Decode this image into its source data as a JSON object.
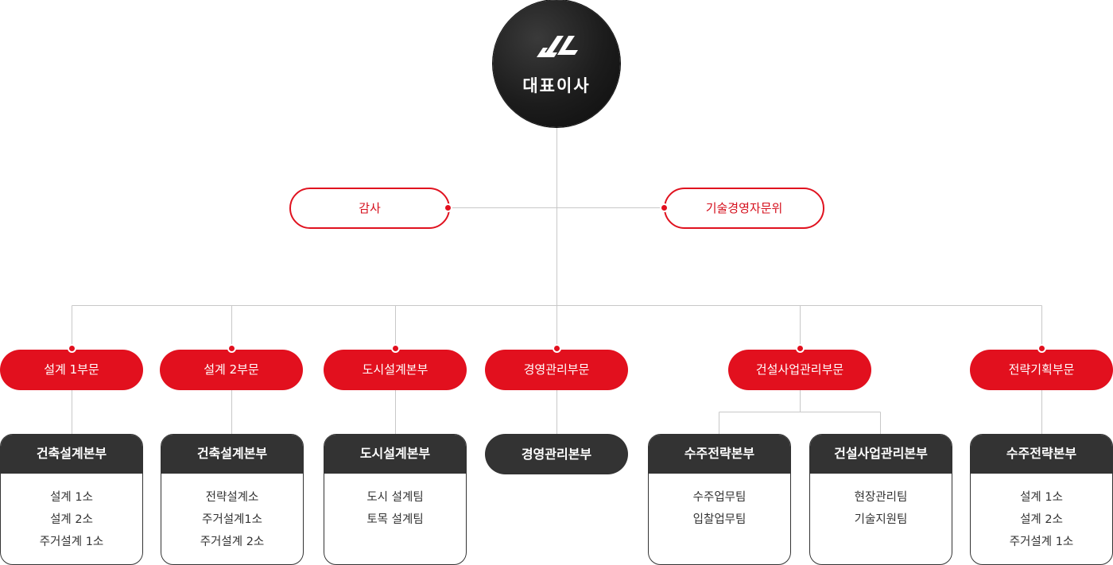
{
  "ceo": {
    "title": "대표이사",
    "logo_icon": "company-logo-icon"
  },
  "colors": {
    "accent": "#e2101e",
    "dark": "#333333",
    "line": "#c8c8c8"
  },
  "advisors": [
    {
      "label": "감사"
    },
    {
      "label": "기술경영자문위"
    }
  ],
  "divisions": [
    {
      "label": "설계 1부문",
      "units": [
        {
          "label": "건축설계본부",
          "teams": [
            "설계 1소",
            "설계 2소",
            "주거설계 1소"
          ]
        }
      ]
    },
    {
      "label": "설계 2부문",
      "units": [
        {
          "label": "건축설계본부",
          "teams": [
            "전략설계소",
            "주거설계1소",
            "주거설계 2소"
          ]
        }
      ]
    },
    {
      "label": "도시설계본부",
      "units": [
        {
          "label": "도시설계본부",
          "teams": [
            "도시 설계팀",
            "토목 설계팀"
          ]
        }
      ]
    },
    {
      "label": "경영관리부문",
      "units": [
        {
          "label": "경영관리본부",
          "teams": []
        }
      ]
    },
    {
      "label": "건설사업관리부문",
      "units": [
        {
          "label": "수주전략본부",
          "teams": [
            "수주업무팀",
            "입찰업무팀"
          ]
        },
        {
          "label": "건설사업관리본부",
          "teams": [
            "현장관리팀",
            "기술지원팀"
          ]
        }
      ]
    },
    {
      "label": "전략기획부문",
      "units": [
        {
          "label": "수주전략본부",
          "teams": [
            "설계 1소",
            "설계 2소",
            "주거설계 1소"
          ]
        }
      ]
    }
  ]
}
